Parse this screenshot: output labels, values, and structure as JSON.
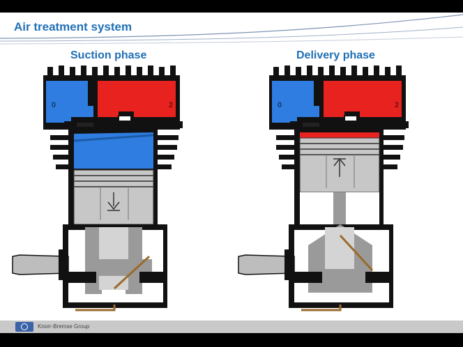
{
  "header": {
    "title": "Air treatment system"
  },
  "diagrams": [
    {
      "label": "Suction phase",
      "port_in": "0",
      "port_out": "2"
    },
    {
      "label": "Delivery phase",
      "port_in": "0",
      "port_out": "2"
    }
  ],
  "footer": {
    "company": "Knorr-Bremse Group"
  },
  "colors": {
    "title": "#1f6fb5",
    "intake_air": "#2f7de1",
    "compressed_air": "#e8231f",
    "oil_line": "#9a6a2c"
  },
  "icons": [
    "knorr-bremse-logo-icon",
    "piston-down-arrow-icon",
    "piston-up-arrow-icon"
  ]
}
